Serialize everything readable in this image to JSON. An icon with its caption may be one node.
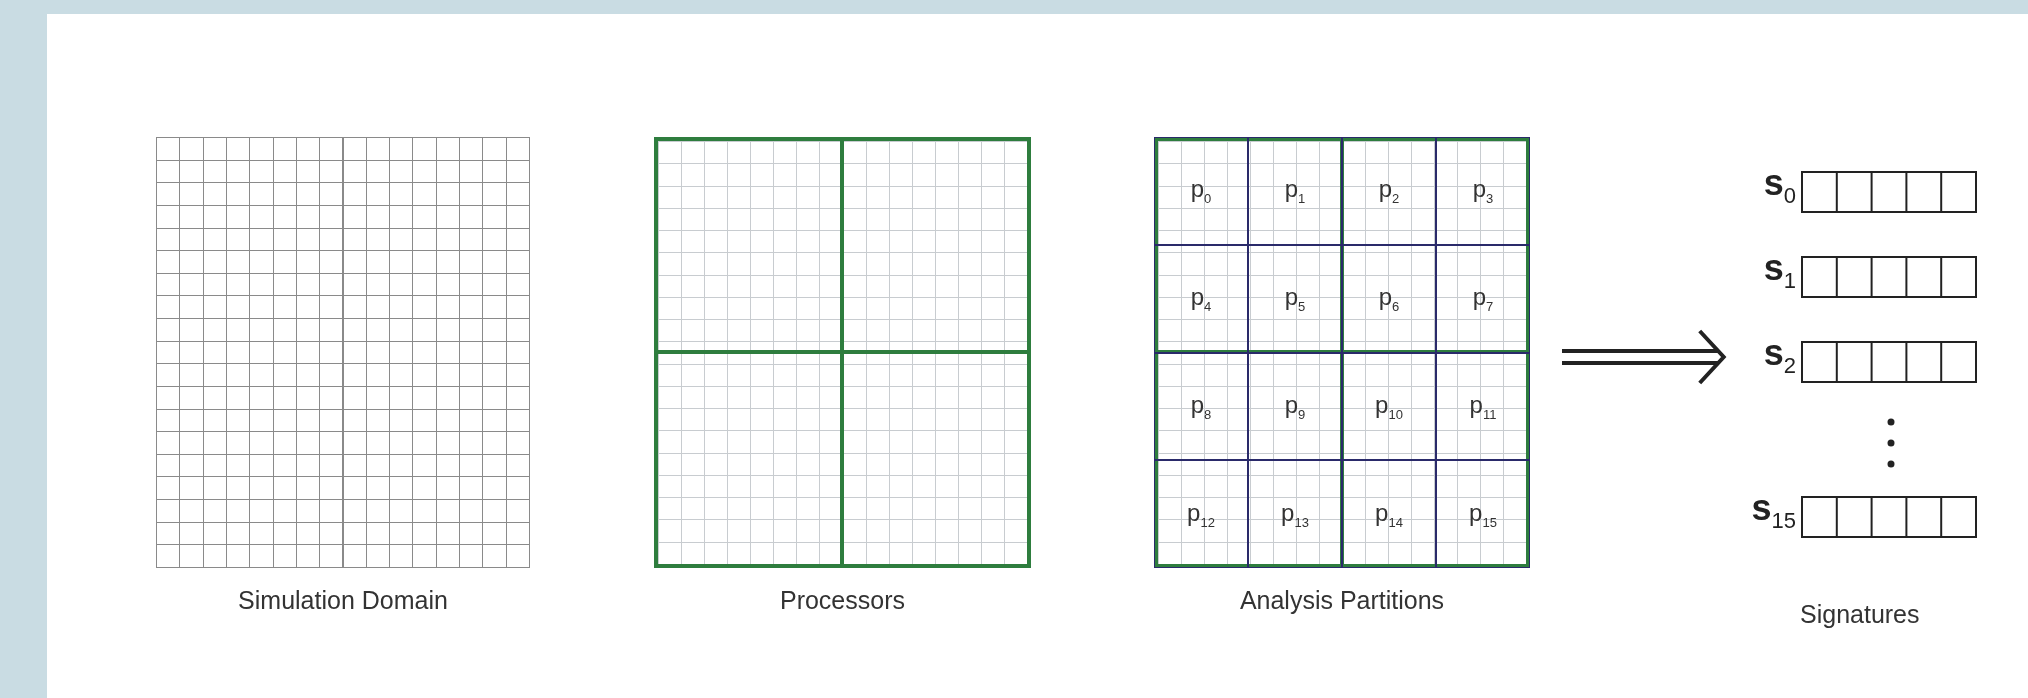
{
  "diagram": {
    "nodes": [
      {
        "text": [
          "Simulation Domain"
        ]
      },
      {
        "text": [
          "Processors"
        ]
      },
      {
        "text": [
          "Analysis Partitions"
        ]
      },
      {
        "text": [
          "p$_{0}$"
        ],
        "in": 2
      },
      {
        "text": [
          "p$_{1}$"
        ],
        "in": 2
      },
      {
        "text": [
          "p$_{2}$"
        ],
        "in": 2
      },
      {
        "text": [
          "p$_{3}$"
        ],
        "in": 2
      },
      {
        "text": [
          "p$_{4}$"
        ],
        "in": 2
      },
      {
        "text": [
          "p$_{5}$"
        ],
        "in": 2
      },
      {
        "text": [
          "p$_{6}$"
        ],
        "in": 2
      },
      {
        "text": [
          "p$_{7}$"
        ],
        "in": 2
      },
      {
        "text": [
          "p$_{8}$"
        ],
        "in": 2
      },
      {
        "text": [
          "p$_{9}$"
        ],
        "in": 2
      },
      {
        "text": [
          "p$_{10}$"
        ],
        "in": 2
      },
      {
        "text": [
          "p$_{11}$"
        ],
        "in": 2
      },
      {
        "text": [
          "p$_{12}$"
        ],
        "in": 2
      },
      {
        "text": [
          "p$_{13}$"
        ],
        "in": 2
      },
      {
        "text": [
          "p$_{14}$"
        ],
        "in": 2
      },
      {
        "text": [
          "p$_{15}$"
        ],
        "in": 2
      },
      {
        "text": [
          "s$_{0}$"
        ]
      },
      {
        "text": [
          "s$_{1}$"
        ]
      },
      {
        "text": [
          "s$_{2}$"
        ]
      },
      {
        "text": [
          "s$_{15}$"
        ]
      }
    ],
    "edges": [
      {
        "from": 2,
        "to": 21,
        "arrow": "to"
      }
    ],
    "labels": [
      "Signatures"
    ]
  }
}
